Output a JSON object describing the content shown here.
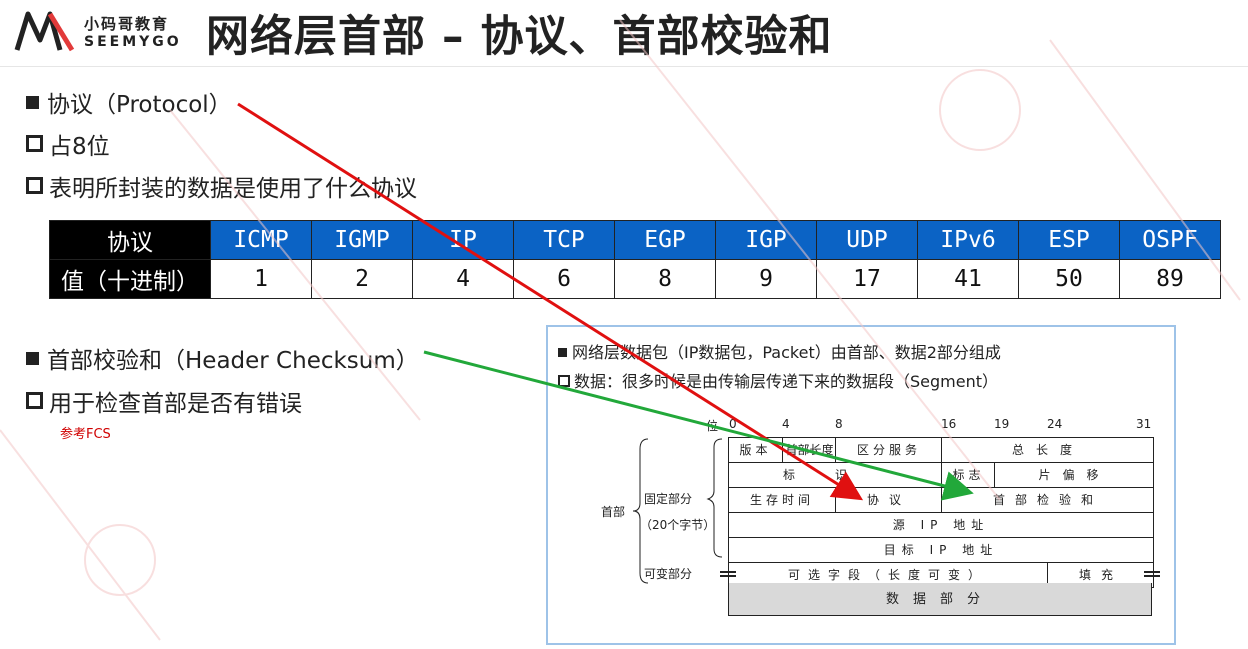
{
  "header": {
    "logo_cn": "小码哥教育",
    "logo_en": "SEEMYGO",
    "title": "网络层首部 – 协议、首部校验和"
  },
  "section1": {
    "heading": "协议（Protocol）",
    "items": [
      "占8位",
      "表明所封装的数据是使用了什么协议"
    ]
  },
  "protocol_table": {
    "row_label_protocol": "协议",
    "row_label_value": "值（十进制）",
    "protocols": [
      "ICMP",
      "IGMP",
      "IP",
      "TCP",
      "EGP",
      "IGP",
      "UDP",
      "IPv6",
      "ESP",
      "OSPF"
    ],
    "values": [
      "1",
      "2",
      "4",
      "6",
      "8",
      "9",
      "17",
      "41",
      "50",
      "89"
    ]
  },
  "section2": {
    "heading": "首部校验和（Header Checksum）",
    "items": [
      "用于检查首部是否有错误"
    ],
    "note": "参考FCS"
  },
  "figure": {
    "line1": "网络层数据包（IP数据包，Packet）由首部、数据2部分组成",
    "line2": "数据：很多时候是由传输层传递下来的数据段（Segment）",
    "bit_label": "位",
    "bits": [
      "0",
      "4",
      "8",
      "16",
      "19",
      "24",
      "31"
    ],
    "fields": {
      "version": "版本",
      "ihl": "首部长度",
      "tos": "区分服务",
      "total_length": "总长度",
      "identification": "标识",
      "flags": "标志",
      "fragment_offset": "片偏移",
      "ttl": "生存时间",
      "protocol": "协议",
      "checksum": "首部检验和",
      "src": "源 IP 地址",
      "dst": "目标 IP 地址",
      "options": "可选字段（长度可变）",
      "padding": "填充",
      "data": "数据部分"
    },
    "labels": {
      "header": "首部",
      "fixed": "固定部分",
      "fixed_size": "（20个字节）",
      "variable": "可变部分"
    }
  },
  "colors": {
    "table_header_blue": "#0b63c5",
    "arrow_red": "#e01010",
    "arrow_green": "#22a83a",
    "figure_border": "#9ec3e8"
  }
}
